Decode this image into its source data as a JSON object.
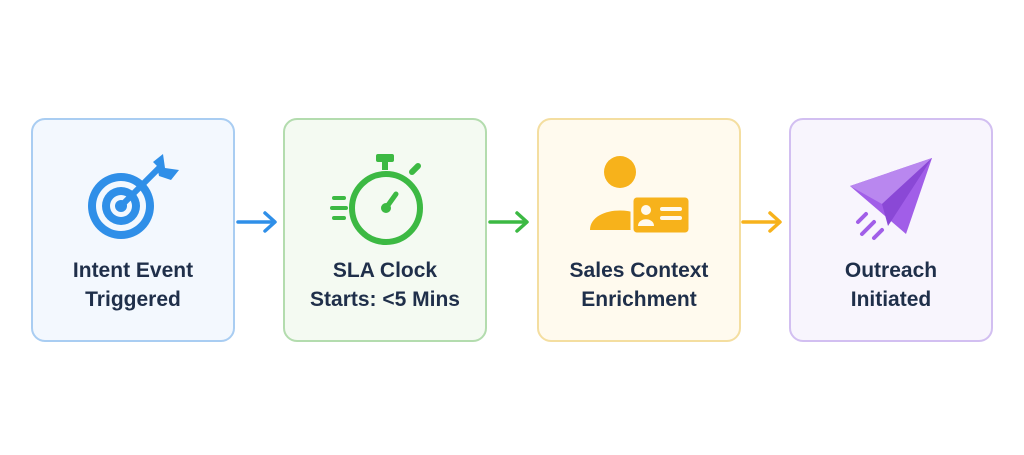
{
  "steps": [
    {
      "line1": "Intent Event",
      "line2": "Triggered",
      "icon": "target-icon",
      "color": "#2f8fe8",
      "border": "#a9cdf2",
      "background": "#f3f8fe"
    },
    {
      "line1": "SLA Clock",
      "line2": "Starts: <5 Mins",
      "icon": "stopwatch-icon",
      "color": "#3cb943",
      "border": "#b3dcae",
      "background": "#f4faf2"
    },
    {
      "line1": "Sales Context",
      "line2": "Enrichment",
      "icon": "user-id-card-icon",
      "color": "#f7b21b",
      "border": "#f4dea0",
      "background": "#fffaee"
    },
    {
      "line1": "Outreach",
      "line2": "Initiated",
      "icon": "paper-plane-icon",
      "color": "#a15ee8",
      "border": "#d2bff1",
      "background": "#f8f5fd"
    }
  ],
  "arrows": [
    {
      "icon": "arrow-right-icon",
      "color": "#2f8fe8"
    },
    {
      "icon": "arrow-right-icon",
      "color": "#3cb943"
    },
    {
      "icon": "arrow-right-icon",
      "color": "#f7b21b"
    }
  ]
}
